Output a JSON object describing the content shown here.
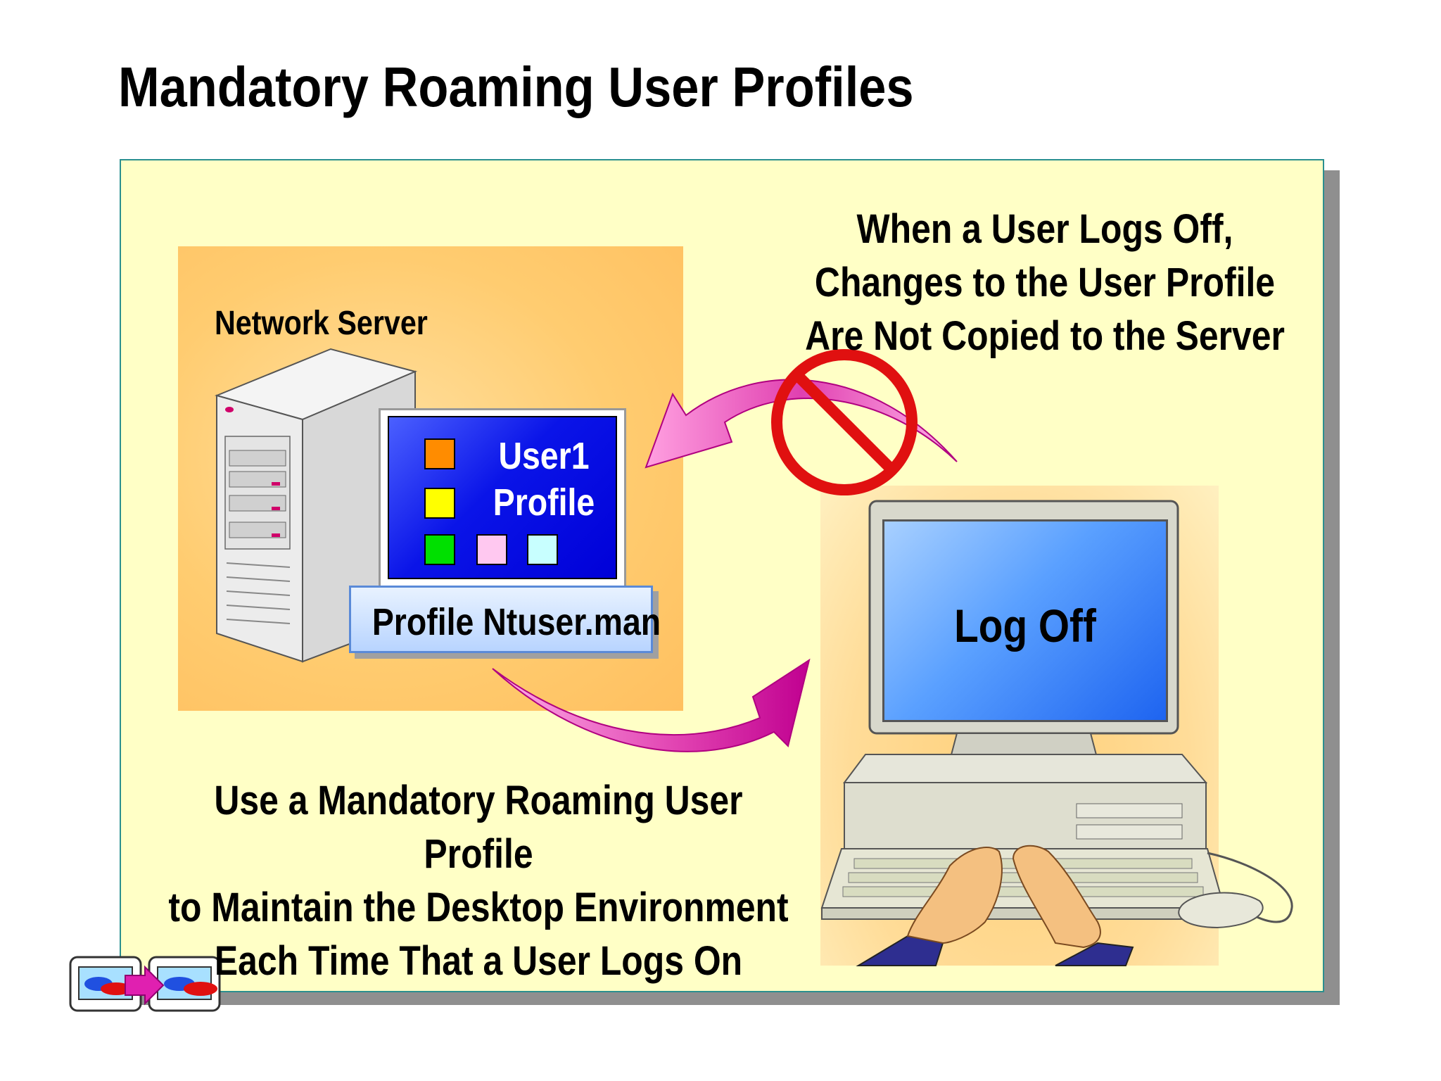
{
  "slide": {
    "title": "Mandatory Roaming User Profiles"
  },
  "server": {
    "label": "Network Server",
    "profile_title_line1": "User1",
    "profile_title_line2": "Profile",
    "file_label": "Profile Ntuser.man",
    "color_squares": [
      "#ff8c00",
      "#ffff00",
      "#00e000",
      "#ffc8f0",
      "#c8ffff"
    ]
  },
  "client": {
    "screen_text": "Log Off"
  },
  "notes": {
    "logoff_line1": "When a User Logs Off,",
    "logoff_line2": "Changes to the User Profile",
    "logoff_line3": "Are Not Copied to the Server",
    "usage_line1": "Use a Mandatory Roaming User Profile",
    "usage_line2": "to Maintain the Desktop Environment",
    "usage_line3": "Each Time That a User Logs On"
  },
  "colors": {
    "panel_background": "#ffffc6",
    "panel_border": "#2a8f8f",
    "arrow": "#e040b0",
    "prohibit_sign": "#e01010",
    "profile_screen": "#0a14e8"
  },
  "icons": [
    "server-tower-icon",
    "computer-icon",
    "keyboard-icon",
    "mouse-icon",
    "hands-icon",
    "prohibited-icon",
    "curved-arrow-icon",
    "slide-nav-icon"
  ]
}
